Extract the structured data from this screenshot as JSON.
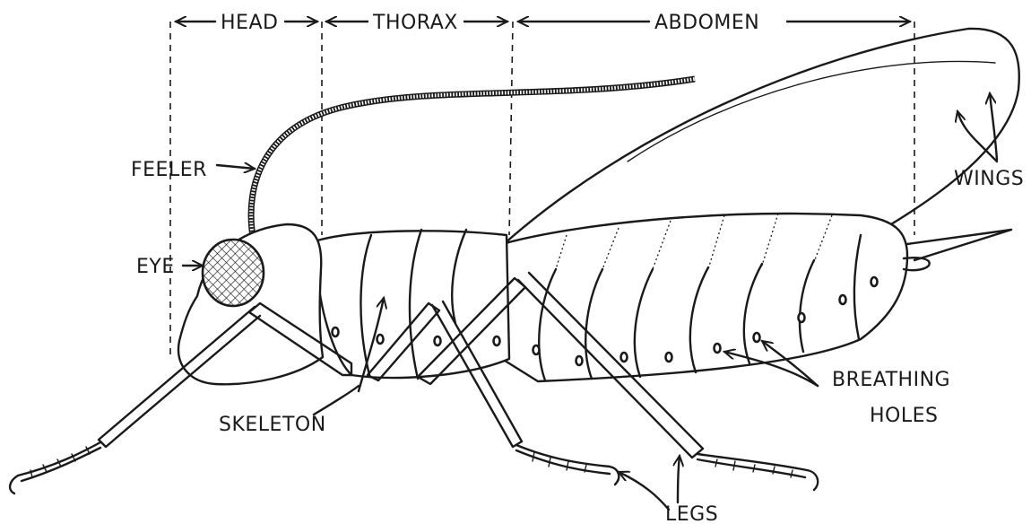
{
  "regions": {
    "head": "HEAD",
    "thorax": "THORAX",
    "abdomen": "ABDOMEN"
  },
  "labels": {
    "feeler": "FEELER",
    "eye": "EYE",
    "skeleton": "SKELETON",
    "legs": "LEGS",
    "wings": "WINGS",
    "breathing_line1": "BREATHING",
    "breathing_line2": "HOLES"
  }
}
